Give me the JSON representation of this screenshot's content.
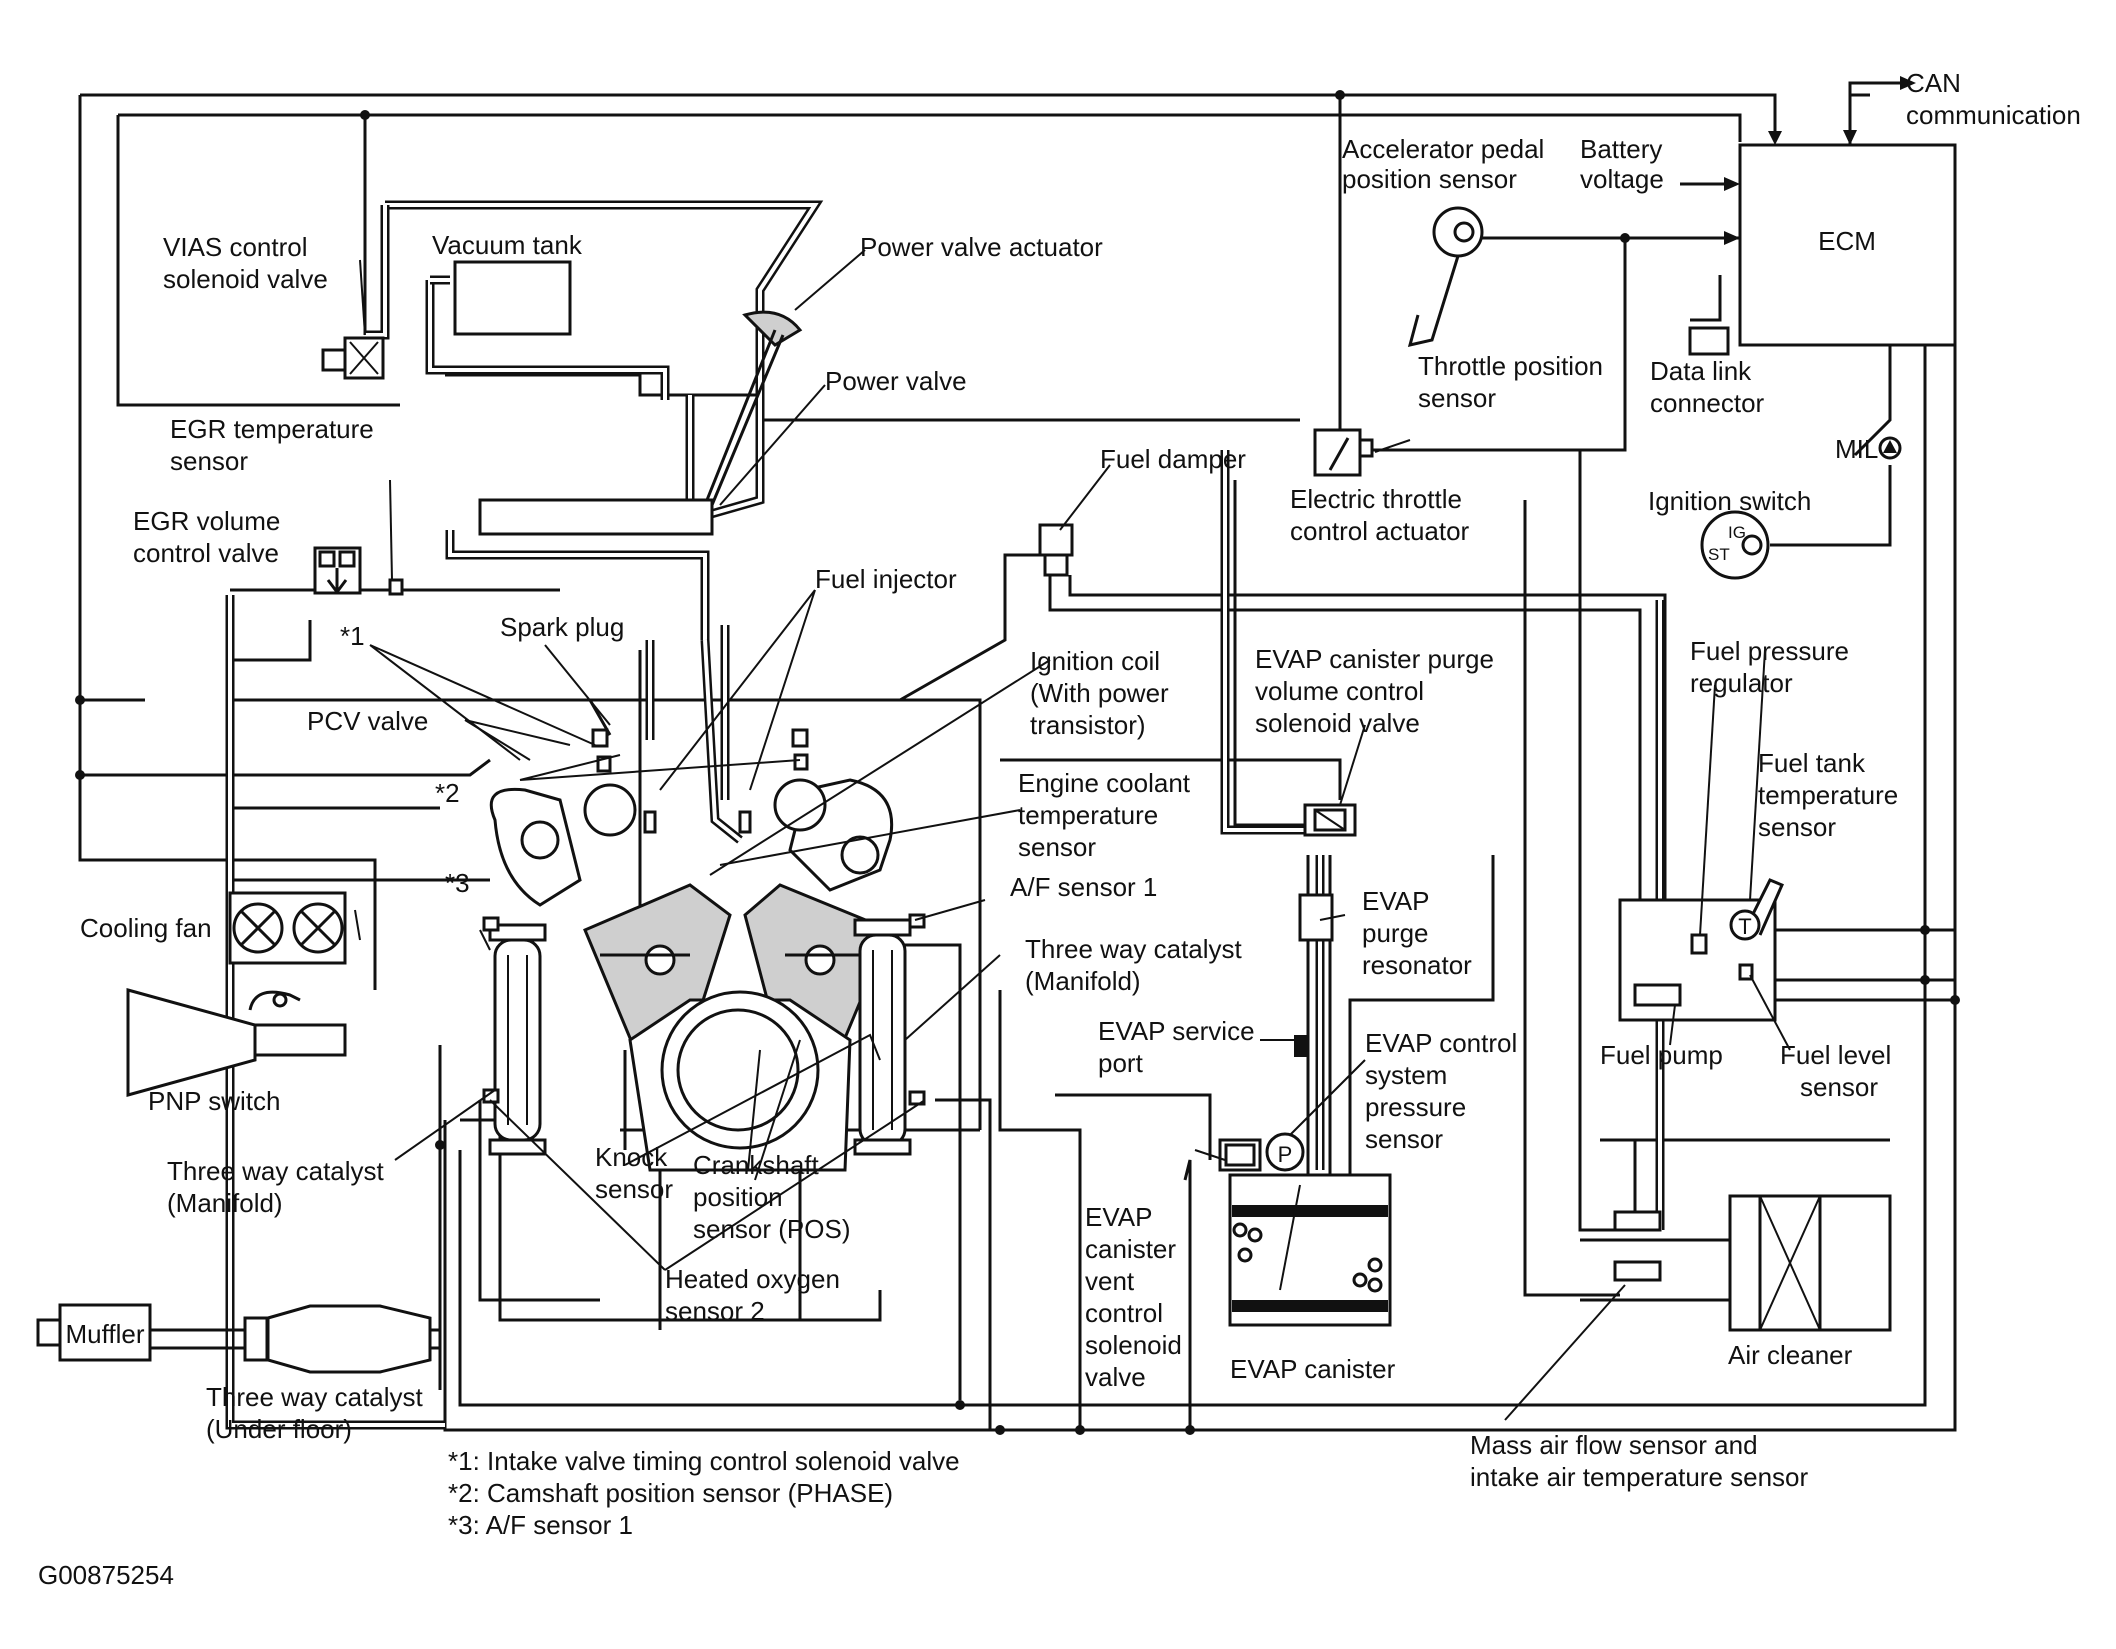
{
  "labels": {
    "can": "CAN",
    "communication": "communication",
    "ecm": "ECM",
    "accel1": "Accelerator pedal",
    "accel2": "position sensor",
    "battery1": "Battery",
    "battery2": "voltage",
    "vias1": "VIAS control",
    "vias2": "solenoid valve",
    "vacuum_tank": "Vacuum tank",
    "power_valve_actuator": "Power valve actuator",
    "power_valve": "Power valve",
    "throttle1": "Throttle position",
    "throttle2": "sensor",
    "data_link1": "Data link",
    "data_link2": "connector",
    "egr_temp1": "EGR temperature",
    "egr_temp2": "sensor",
    "fuel_damper": "Fuel damper",
    "mil": "MIL",
    "egr_vol1": "EGR volume",
    "egr_vol2": "control valve",
    "etc1": "Electric throttle",
    "etc2": "control actuator",
    "ign_switch": "Ignition switch",
    "ig": "IG",
    "st": "ST",
    "fuel_injector": "Fuel injector",
    "star1": "*1",
    "spark_plug": "Spark plug",
    "ign_coil1": "Ignition coil",
    "ign_coil2": "(With power",
    "ign_coil3": "transistor)",
    "purge1": "EVAP canister purge",
    "purge2": "volume control",
    "purge3": "solenoid valve",
    "fpr1": "Fuel pressure",
    "fpr2": "regulator",
    "pcv": "PCV valve",
    "star2": "*2",
    "ect1": "Engine coolant",
    "ect2": "temperature",
    "ect3": "sensor",
    "ftt1": "Fuel tank",
    "ftt2": "temperature",
    "ftt3": "sensor",
    "star3": "*3",
    "af1": "A/F sensor 1",
    "evap_res1": "EVAP",
    "evap_res2": "purge",
    "evap_res3": "resonator",
    "t": "T",
    "p": "P",
    "cooling_fan": "Cooling fan",
    "twc_r1": "Three way catalyst",
    "twc_r2": "(Manifold)",
    "evap_port1": "EVAP service",
    "evap_port2": "port",
    "evap_ctrl1": "EVAP control",
    "evap_ctrl2": "system",
    "evap_ctrl3": "pressure",
    "evap_ctrl4": "sensor",
    "fuel_pump": "Fuel pump",
    "fuel_level1": "Fuel level",
    "fuel_level2": "sensor",
    "pnp": "PNP switch",
    "knock1": "Knock",
    "knock2": "sensor",
    "crank1": "Crankshaft",
    "crank2": "position",
    "crank3": "sensor (POS)",
    "twc_l1": "Three way catalyst",
    "twc_l2": "(Manifold)",
    "vent1": "EVAP",
    "vent2": "canister",
    "vent3": "vent",
    "vent4": "control",
    "vent5": "solenoid",
    "vent6": "valve",
    "ho2s1": "Heated oxygen",
    "ho2s2": "sensor 2",
    "muffler": "Muffler",
    "evap_canister": "EVAP canister",
    "air_cleaner": "Air cleaner",
    "twc_u1": "Three way catalyst",
    "twc_u2": "(Under floor)",
    "maf1": "Mass air flow sensor and",
    "maf2": "intake air temperature sensor"
  },
  "footnotes": [
    "*1: Intake valve timing control solenoid valve",
    "*2: Camshaft position sensor (PHASE)",
    "*3: A/F sensor 1"
  ],
  "figure_id": "G00875254"
}
